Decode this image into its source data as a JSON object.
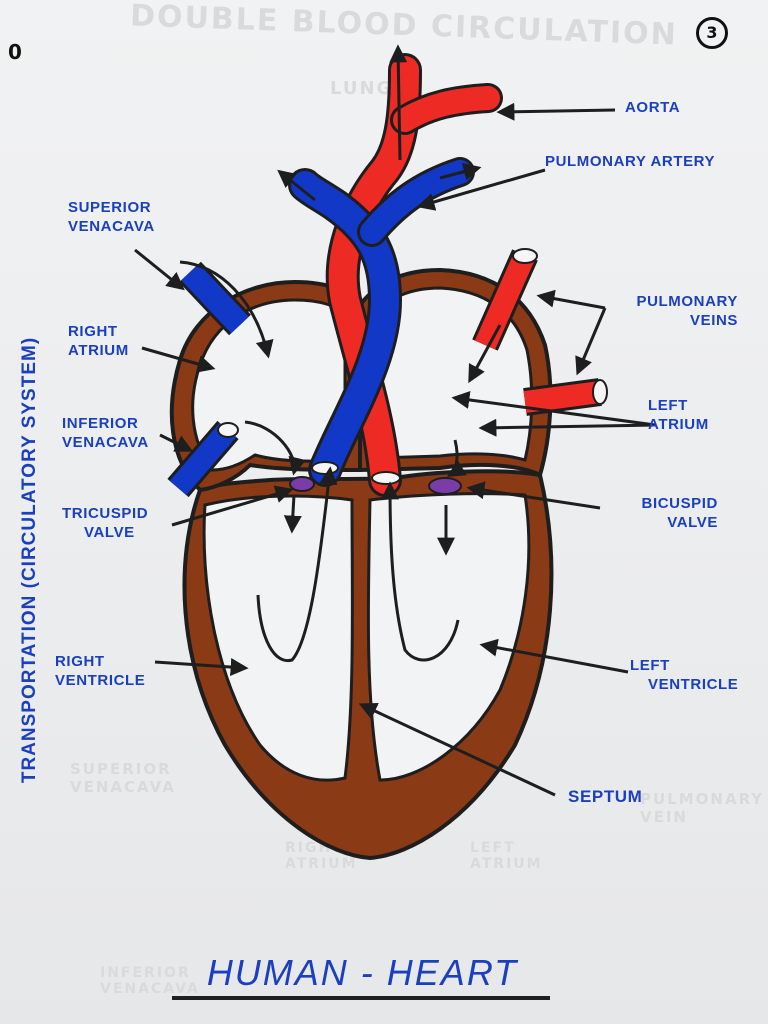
{
  "page_number": "3",
  "corner_mark": "0",
  "side_title": "TRANSPORTATION (CIRCULATORY SYSTEM)",
  "title": "HUMAN - HEART",
  "labels": {
    "aorta": "AORTA",
    "pulmonary_artery": "PULMONARY ARTERY",
    "superior_venacava": [
      "SUPERIOR",
      "VENACAVA"
    ],
    "right_atrium": [
      "RIGHT",
      "ATRIUM"
    ],
    "pulmonary_veins": [
      "PULMONARY",
      "VEINS"
    ],
    "inferior_venacava": [
      "INFERIOR",
      "VENACAVA"
    ],
    "left_atrium": [
      "LEFT",
      "ATRIUM"
    ],
    "tricuspid_valve": [
      "TRICUSPID",
      "VALVE"
    ],
    "bicuspid_valve": [
      "BICUSPID",
      "VALVE"
    ],
    "right_ventricle": [
      "RIGHT",
      "VENTRICLE"
    ],
    "left_ventricle": [
      "LEFT",
      "VENTRICLE"
    ],
    "septum": "SEPTUM"
  },
  "ghost_text": {
    "top": "DOUBLE BLOOD CIRCULATION",
    "lungs": "LUNGS",
    "superior_venacava": "SUPERIOR VENACAVA",
    "pulmonary_vein": "PULMONARY VEIN",
    "right_atrium": "RIGHT ATRIUM",
    "left_atrium": "LEFT ATRIUM",
    "inferior_venacava": "INFERIOR VENACAVA"
  },
  "colors": {
    "ink_blue": "#1a3fbf",
    "oxygenated_red": "#ee2a24",
    "deoxygenated_blue": "#1238c8",
    "muscle_brown": "#8a3a14",
    "valve_purple": "#7a3ca8",
    "outline": "#1e1e1e"
  }
}
